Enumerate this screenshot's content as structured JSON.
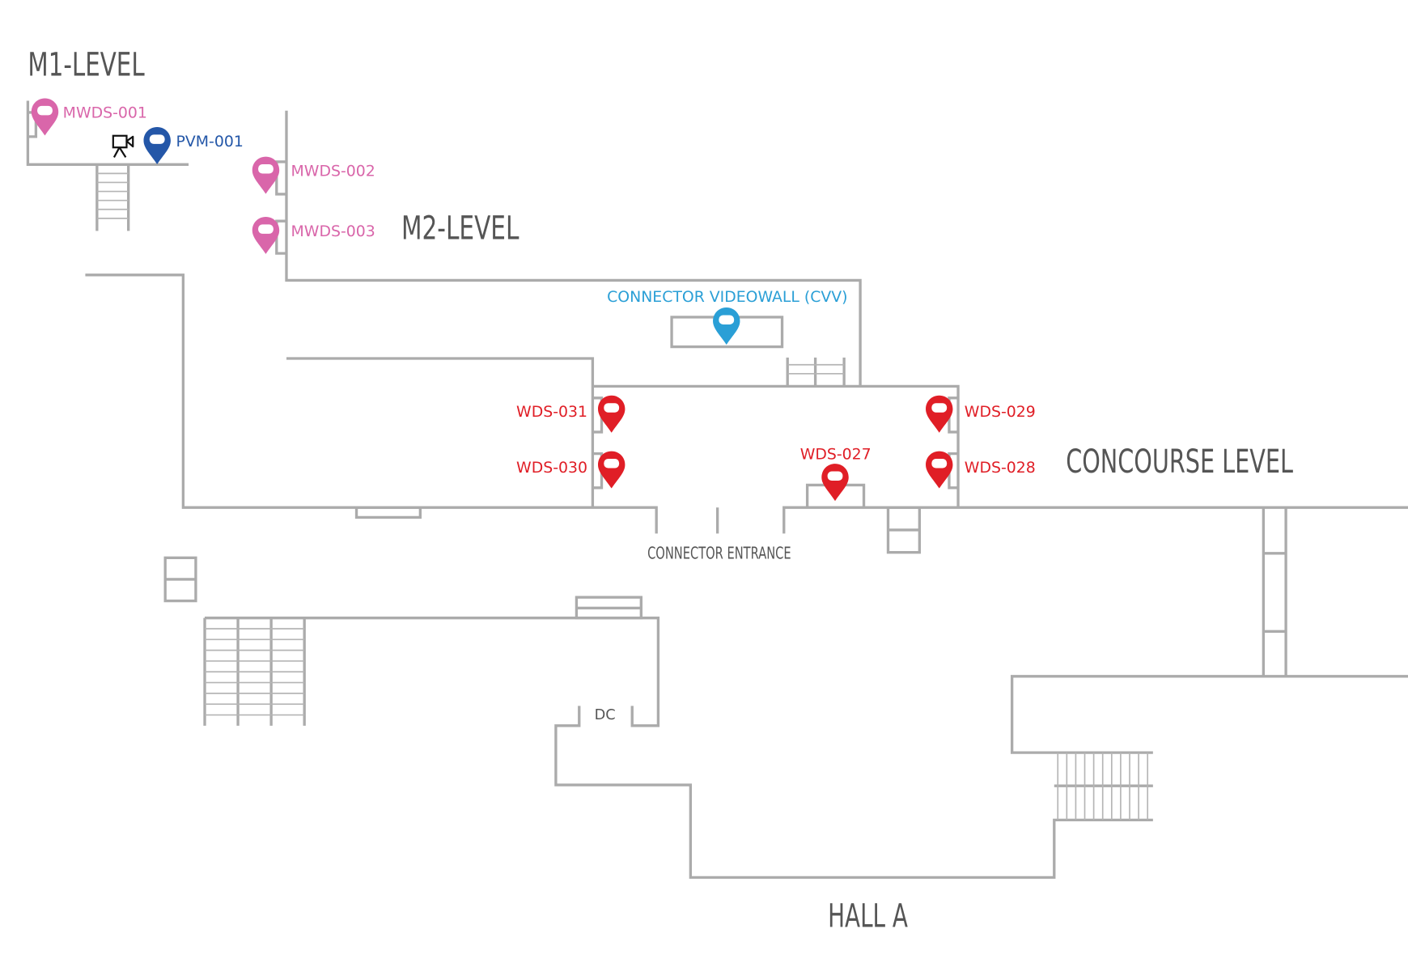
{
  "levels": {
    "m1": "M1-LEVEL",
    "m2": "M2-LEVEL",
    "concourse": "CONCOURSE LEVEL",
    "hall": "HALL A"
  },
  "labels": {
    "connector_entrance": "CONNECTOR ENTRANCE",
    "dc": "DC"
  },
  "colors": {
    "mwds": "#d966aa",
    "pvm": "#2457a8",
    "cvv": "#2a9fd6",
    "wds": "#e01e26",
    "wall": "#ababab"
  },
  "devices": [
    {
      "id": "MWDS-001",
      "type": "mwds",
      "icon": "map-pin-icon"
    },
    {
      "id": "PVM-001",
      "type": "pvm",
      "icon": "map-pin-icon",
      "extra_icon": "video-camera-icon"
    },
    {
      "id": "MWDS-002",
      "type": "mwds",
      "icon": "map-pin-icon"
    },
    {
      "id": "MWDS-003",
      "type": "mwds",
      "icon": "map-pin-icon"
    },
    {
      "id": "CONNECTOR VIDEOWALL (CVV)",
      "type": "cvv",
      "icon": "map-pin-icon"
    },
    {
      "id": "WDS-031",
      "type": "wds",
      "icon": "map-pin-icon"
    },
    {
      "id": "WDS-030",
      "type": "wds",
      "icon": "map-pin-icon"
    },
    {
      "id": "WDS-027",
      "type": "wds",
      "icon": "map-pin-icon"
    },
    {
      "id": "WDS-029",
      "type": "wds",
      "icon": "map-pin-icon"
    },
    {
      "id": "WDS-028",
      "type": "wds",
      "icon": "map-pin-icon"
    }
  ]
}
